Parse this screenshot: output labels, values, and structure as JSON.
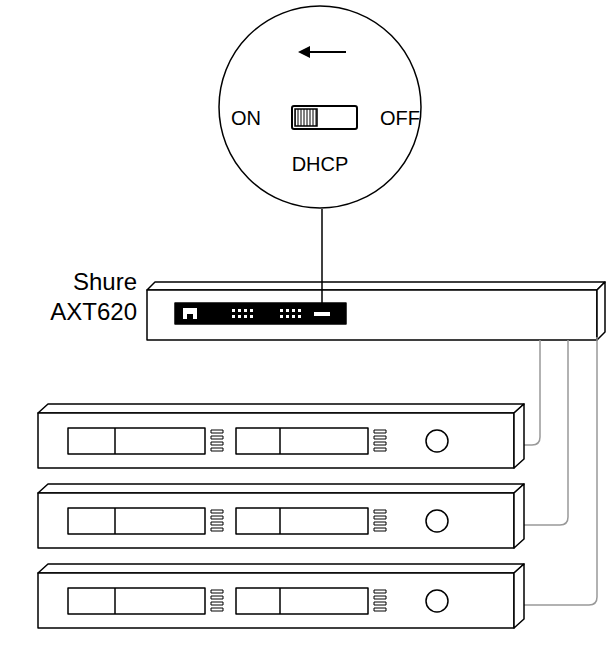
{
  "diagram": {
    "nodes": [
      {
        "text": [
          "ON",
          "OFF",
          "DHCP"
        ]
      },
      {
        "text": [
          "Shure AXT620"
        ]
      }
    ],
    "edges": [
      {
        "from": 0,
        "to": 1,
        "arrow": "none"
      }
    ]
  }
}
